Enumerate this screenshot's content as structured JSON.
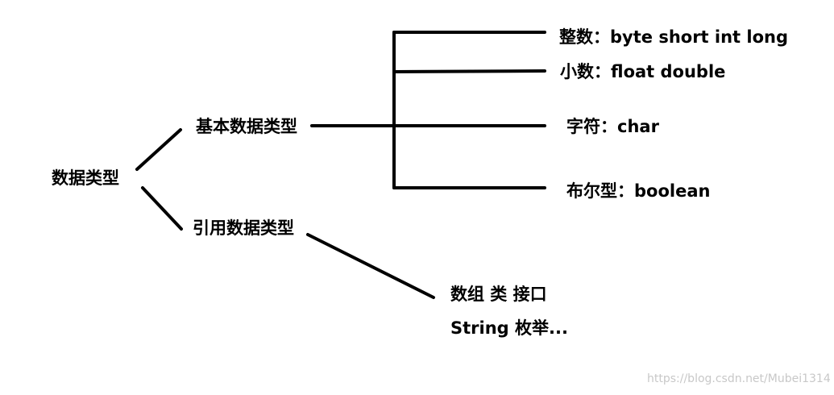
{
  "diagram": {
    "root": "数据类型",
    "primitive": {
      "label": "基本数据类型",
      "children": [
        "整数：byte short int long",
        "小数：float double",
        "字符：char",
        "布尔型：boolean"
      ]
    },
    "reference": {
      "label": "引用数据类型",
      "examples_line1": "数组 类 接口",
      "examples_line2": "String 枚举..."
    }
  },
  "watermark": "https://blog.csdn.net/Mubei1314",
  "colors": {
    "line": "#000000",
    "text": "#000000",
    "watermark": "#c8c8c8",
    "background": "#ffffff"
  }
}
